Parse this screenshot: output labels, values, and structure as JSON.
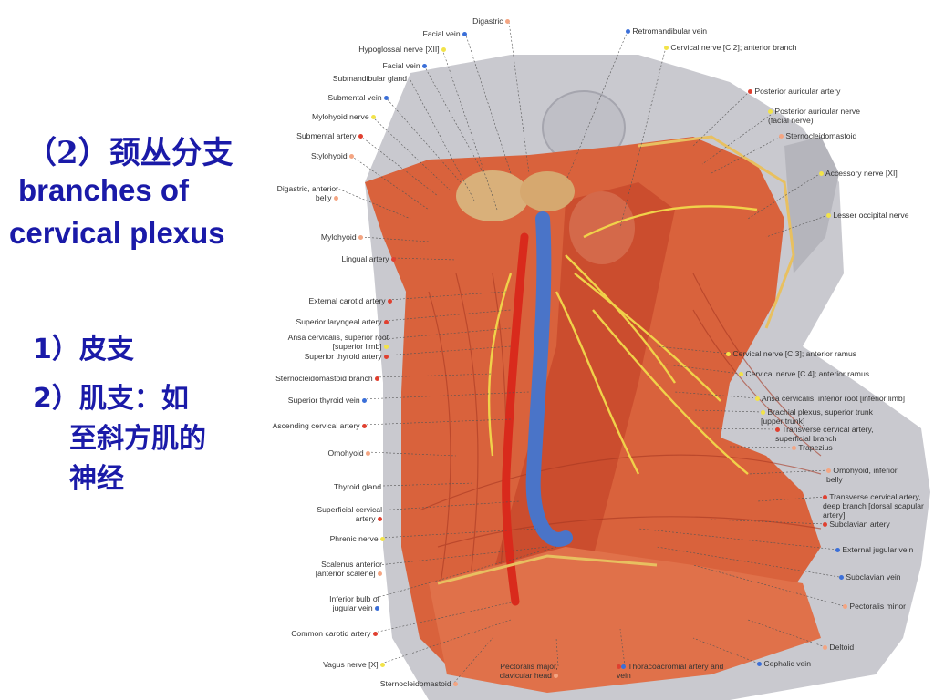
{
  "slide": {
    "title_cn": "（2）颈丛分支",
    "title_en_line1": "branches of",
    "title_en_line2": "cervical plexus",
    "item1": "1）皮支",
    "item2": "2）肌支：如",
    "item3": "至斜方肌的",
    "item4": "神经"
  },
  "labels_left": [
    {
      "text": "Digastric",
      "color": "#f4a582"
    },
    {
      "text": "Facial vein",
      "color": "#3b6fd8"
    },
    {
      "text": "Hypoglossal nerve [XII]",
      "color": "#f2e34a"
    },
    {
      "text": "Facial vein",
      "color": "#3b6fd8"
    },
    {
      "text": "Submandibular gland",
      "color": ""
    },
    {
      "text": "Submental vein",
      "color": "#3b6fd8"
    },
    {
      "text": "Mylohyoid nerve",
      "color": "#f2e34a"
    },
    {
      "text": "Submental artery",
      "color": "#e04030"
    },
    {
      "text": "Stylohyoid",
      "color": "#f4a582"
    },
    {
      "text": "Digastric, anterior belly",
      "color": "#f4a582"
    },
    {
      "text": "Mylohyoid",
      "color": "#f4a582"
    },
    {
      "text": "Lingual artery",
      "color": "#e04030"
    },
    {
      "text": "External carotid artery",
      "color": "#e04030"
    },
    {
      "text": "Superior laryngeal artery",
      "color": "#e04030"
    },
    {
      "text": "Ansa cervicalis, superior root [superior limb]",
      "color": "#f2e34a"
    },
    {
      "text": "Superior thyroid artery",
      "color": "#e04030"
    },
    {
      "text": "Sternocleidomastoid branch",
      "color": "#e04030"
    },
    {
      "text": "Superior thyroid vein",
      "color": "#3b6fd8"
    },
    {
      "text": "Ascending cervical artery",
      "color": "#e04030"
    },
    {
      "text": "Omohyoid",
      "color": "#f4a582"
    },
    {
      "text": "Thyroid gland",
      "color": ""
    },
    {
      "text": "Superficial cervical artery",
      "color": "#e04030"
    },
    {
      "text": "Phrenic nerve",
      "color": "#f2e34a"
    },
    {
      "text": "Scalenus anterior [anterior scalene]",
      "color": "#f4a582"
    },
    {
      "text": "Inferior bulb of jugular vein",
      "color": "#3b6fd8"
    },
    {
      "text": "Common carotid artery",
      "color": "#e04030"
    },
    {
      "text": "Vagus nerve [X]",
      "color": "#f2e34a"
    },
    {
      "text": "Sternocleidomastoid",
      "color": "#f4a582"
    }
  ],
  "labels_right": [
    {
      "text": "Retromandibular vein",
      "color": "#3b6fd8"
    },
    {
      "text": "Cervical nerve [C 2]; anterior branch",
      "color": "#f2e34a"
    },
    {
      "text": "Posterior auricular artery",
      "color": "#e04030"
    },
    {
      "text": "Posterior auricular nerve (facial nerve)",
      "color": "#f2e34a"
    },
    {
      "text": "Sternocleidomastoid",
      "color": "#f4a582"
    },
    {
      "text": "Accessory nerve [XI]",
      "color": "#f2e34a"
    },
    {
      "text": "Lesser occipital nerve",
      "color": "#f2e34a"
    },
    {
      "text": "Cervical nerve [C 3]; anterior ramus",
      "color": "#f2e34a"
    },
    {
      "text": "Cervical nerve [C 4]; anterior ramus",
      "color": "#f2e34a"
    },
    {
      "text": "Ansa cervicalis, inferior root [inferior limb]",
      "color": "#f2e34a"
    },
    {
      "text": "Brachial plexus, superior trunk [upper trunk]",
      "color": "#f2e34a"
    },
    {
      "text": "Transverse cervical artery, superficial branch",
      "color": "#e04030"
    },
    {
      "text": "Trapezius",
      "color": "#f4a582"
    },
    {
      "text": "Omohyoid, inferior belly",
      "color": "#f4a582"
    },
    {
      "text": "Transverse cervical artery, deep branch [dorsal scapular artery]",
      "color": "#e04030"
    },
    {
      "text": "Subclavian artery",
      "color": "#e04030"
    },
    {
      "text": "External jugular vein",
      "color": "#3b6fd8"
    },
    {
      "text": "Subclavian vein",
      "color": "#3b6fd8"
    },
    {
      "text": "Pectoralis minor",
      "color": "#f4a582"
    },
    {
      "text": "Deltoid",
      "color": "#f4a582"
    },
    {
      "text": "Cephalic vein",
      "color": "#3b6fd8"
    },
    {
      "text": "Thoracoacromial artery and vein",
      "color": "#e04030"
    },
    {
      "text": "Pectoralis major, clavicular head",
      "color": "#f4a582"
    }
  ]
}
